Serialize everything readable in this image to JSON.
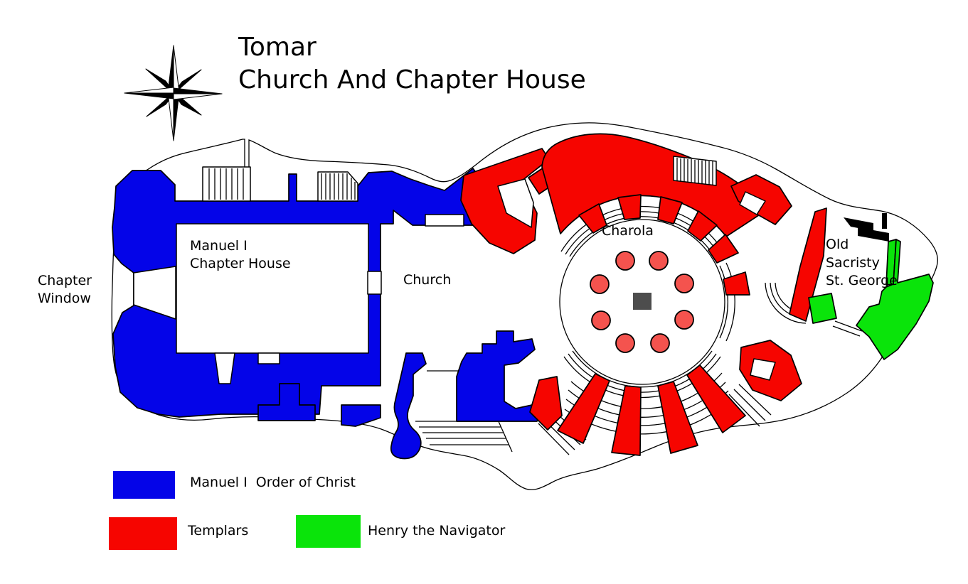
{
  "title": {
    "line1": "Tomar",
    "line2": "Church And Chapter House"
  },
  "plan_labels": {
    "chapter_window_line1": "Chapter",
    "chapter_window_line2": "Window",
    "chapter_house_line1": "Manuel I",
    "chapter_house_line2": "Chapter House",
    "church": "Church",
    "charola": "Charola",
    "old_sacristy_line1": "Old",
    "old_sacristy_line2": "Sacristy",
    "old_sacristy_line3": "St. George"
  },
  "legend": {
    "items": [
      {
        "label": "Manuel I  Order of Christ",
        "color": "#0404E8"
      },
      {
        "label": "Templars",
        "color": "#F60500"
      },
      {
        "label": "Henry the Navigator",
        "color": "#0AE40A"
      }
    ]
  },
  "colors": {
    "manuel_blue": "#0404E8",
    "templars_red": "#F60500",
    "henry_green": "#0AE40A",
    "column_pink": "#F4534E",
    "altar_gray": "#4D4D4D",
    "outline_black": "#000000"
  },
  "icons": {
    "compass_rose": "compass-rose-icon",
    "stairs_glyph": "stairs-icon"
  }
}
